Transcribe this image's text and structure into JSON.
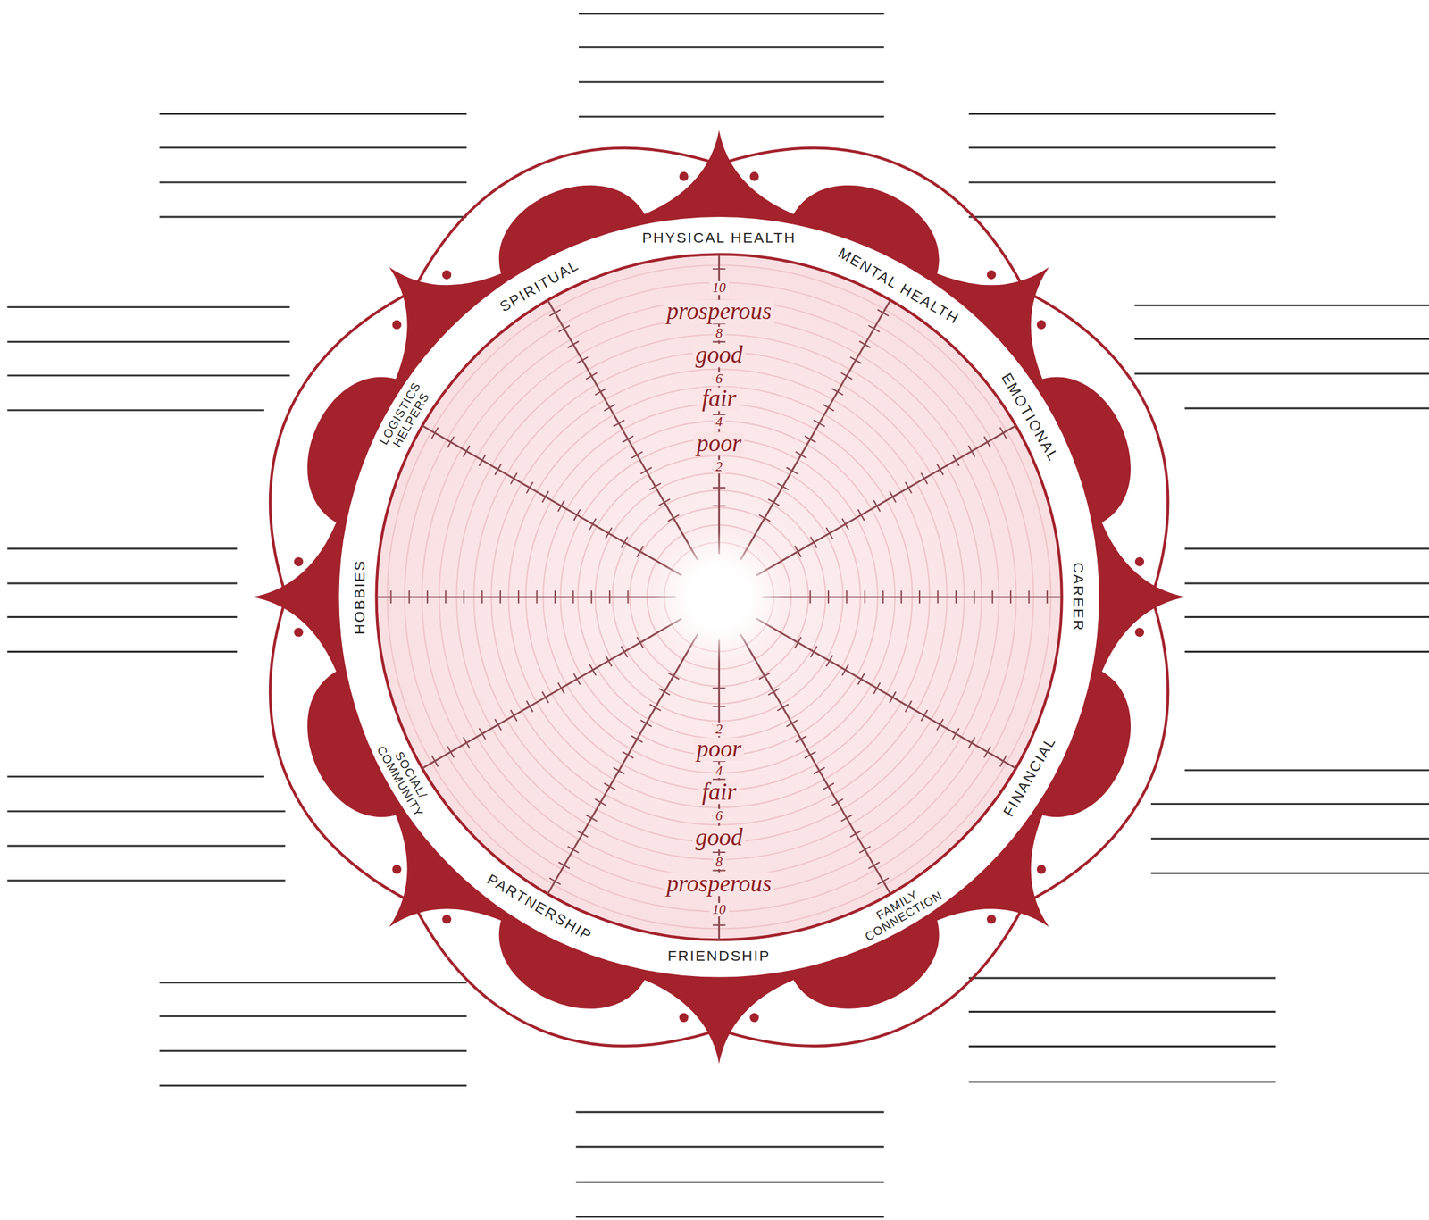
{
  "diagram": {
    "labels": [
      "PHYSICAL HEALTH",
      "MENTAL HEALTH",
      "EMOTIONAL",
      "CAREER",
      "FINANCIAL",
      "FAMILY CONNECTION",
      "FRIENDSHIP",
      "PARTNERSHIP",
      "SOCIAL/ COMMUNITY",
      "HOBBIES",
      "LOGISTICS HELPERS",
      "SPIRITUAL",
      "10",
      "prosperous",
      "8",
      "good",
      "6",
      "fair",
      "4",
      "poor",
      "2",
      "2",
      "poor",
      "4",
      "fair",
      "6",
      "good",
      "8",
      "prosperous",
      "10"
    ]
  }
}
